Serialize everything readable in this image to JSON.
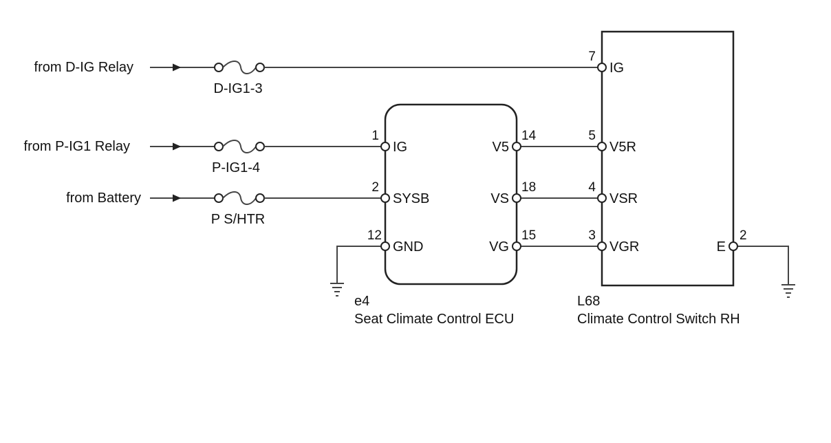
{
  "sources": [
    {
      "key": "d_ig",
      "label": "from D-IG Relay",
      "fuse": "D-IG1-3"
    },
    {
      "key": "p_ig1",
      "label": "from P-IG1 Relay",
      "fuse": "P-IG1-4"
    },
    {
      "key": "battery",
      "label": "from Battery",
      "fuse": "P S/HTR"
    }
  ],
  "ecu": {
    "code": "e4",
    "name": "Seat Climate Control ECU",
    "left_pins": [
      {
        "num": "1",
        "name": "IG"
      },
      {
        "num": "2",
        "name": "SYSB"
      },
      {
        "num": "12",
        "name": "GND"
      }
    ],
    "right_pins": [
      {
        "num": "14",
        "name": "V5"
      },
      {
        "num": "18",
        "name": "VS"
      },
      {
        "num": "15",
        "name": "VG"
      }
    ]
  },
  "switch": {
    "code": "L68",
    "name": "Climate Control Switch RH",
    "pins": [
      {
        "num": "7",
        "name": "IG"
      },
      {
        "num": "5",
        "name": "V5R"
      },
      {
        "num": "4",
        "name": "VSR"
      },
      {
        "num": "3",
        "name": "VGR"
      }
    ],
    "ground_pin": {
      "num": "2",
      "name": "E"
    }
  }
}
